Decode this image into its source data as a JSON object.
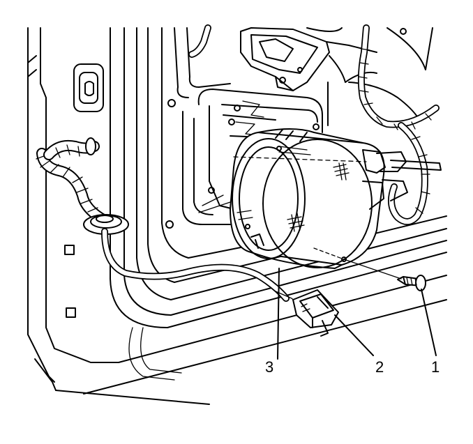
{
  "callouts": {
    "screw": "1",
    "connector": "2",
    "speaker": "3"
  }
}
